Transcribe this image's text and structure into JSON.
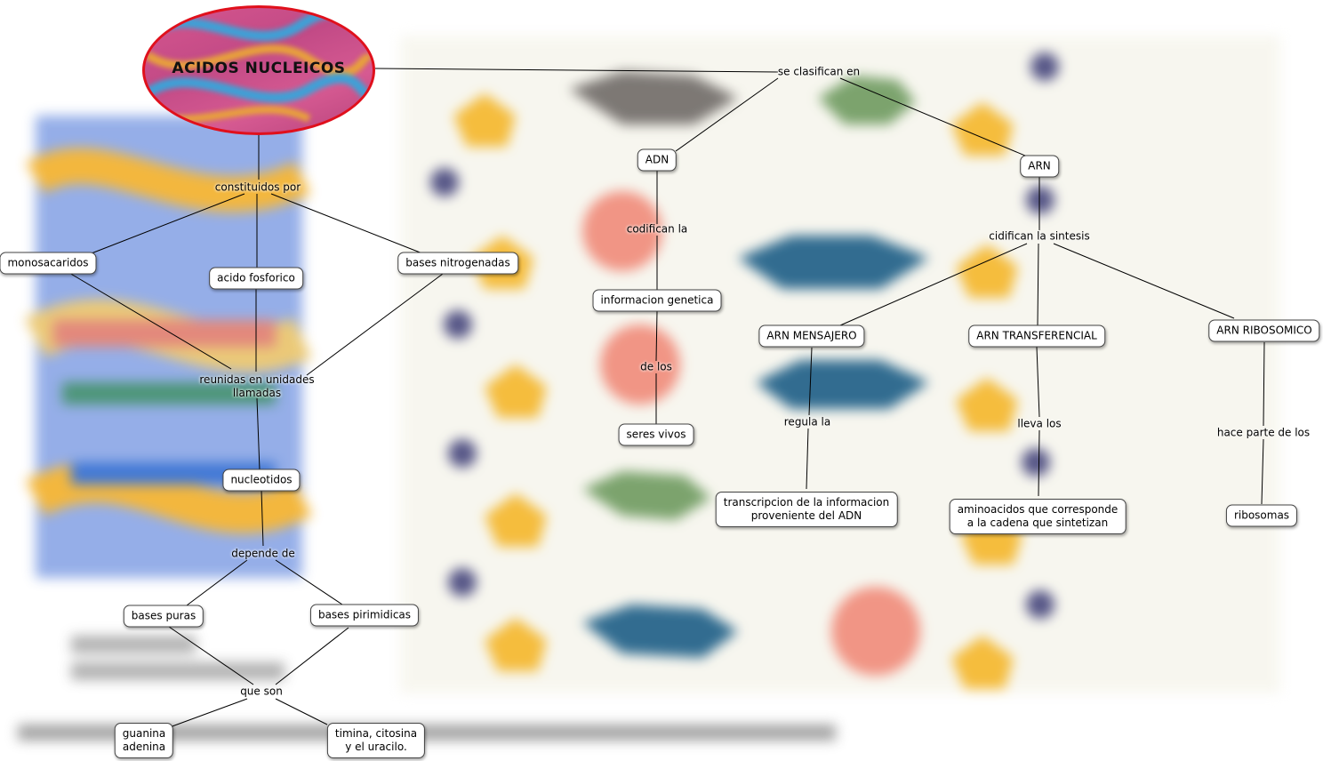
{
  "title": "ACIDOS NUCLEICOS",
  "colors": {
    "title_border": "#e0101c",
    "title_fill": "#cf5590",
    "node_border": "#444444",
    "line": "#000000"
  },
  "concepts": {
    "adn": "ADN",
    "arn": "ARN",
    "monosacaridos": "monosacaridos",
    "acido_fosforico": "acido fosforico",
    "bases_nitrogenadas": "bases nitrogenadas",
    "nucleotidos": "nucleotidos",
    "bases_puras": "bases puras",
    "bases_pirimidicas": "bases pirimidicas",
    "guanina_adenina": "guanina\nadenina",
    "timina_citosina": "timina, citosina\ny el uracilo.",
    "informacion_genetica": "informacion genetica",
    "seres_vivos": "seres vivos",
    "arn_mensajero": "ARN MENSAJERO",
    "arn_transferencial": "ARN TRANSFERENCIAL",
    "arn_ribosomico": "ARN RIBOSOMICO",
    "transcripcion": "transcripcion de la informacion\nproveniente del ADN",
    "aminoacidos": "aminoacidos que corresponde\na la cadena que sintetizan",
    "ribosomas": "ribosomas"
  },
  "linking_phrases": {
    "se_clasifican_en": "se clasifican en",
    "constituidos_por": "constituidos por",
    "reunidas": "reunidas en unidades\nllamadas",
    "depende_de": "depende de",
    "que_son": "que son",
    "codifican_la": "codifican la",
    "de_los": "de los",
    "cidifican_la_sintesis": "cidifican la sintesis",
    "regula_la": "regula la",
    "lleva_los": "lleva los",
    "hace_parte_de_los": "hace parte de los"
  }
}
